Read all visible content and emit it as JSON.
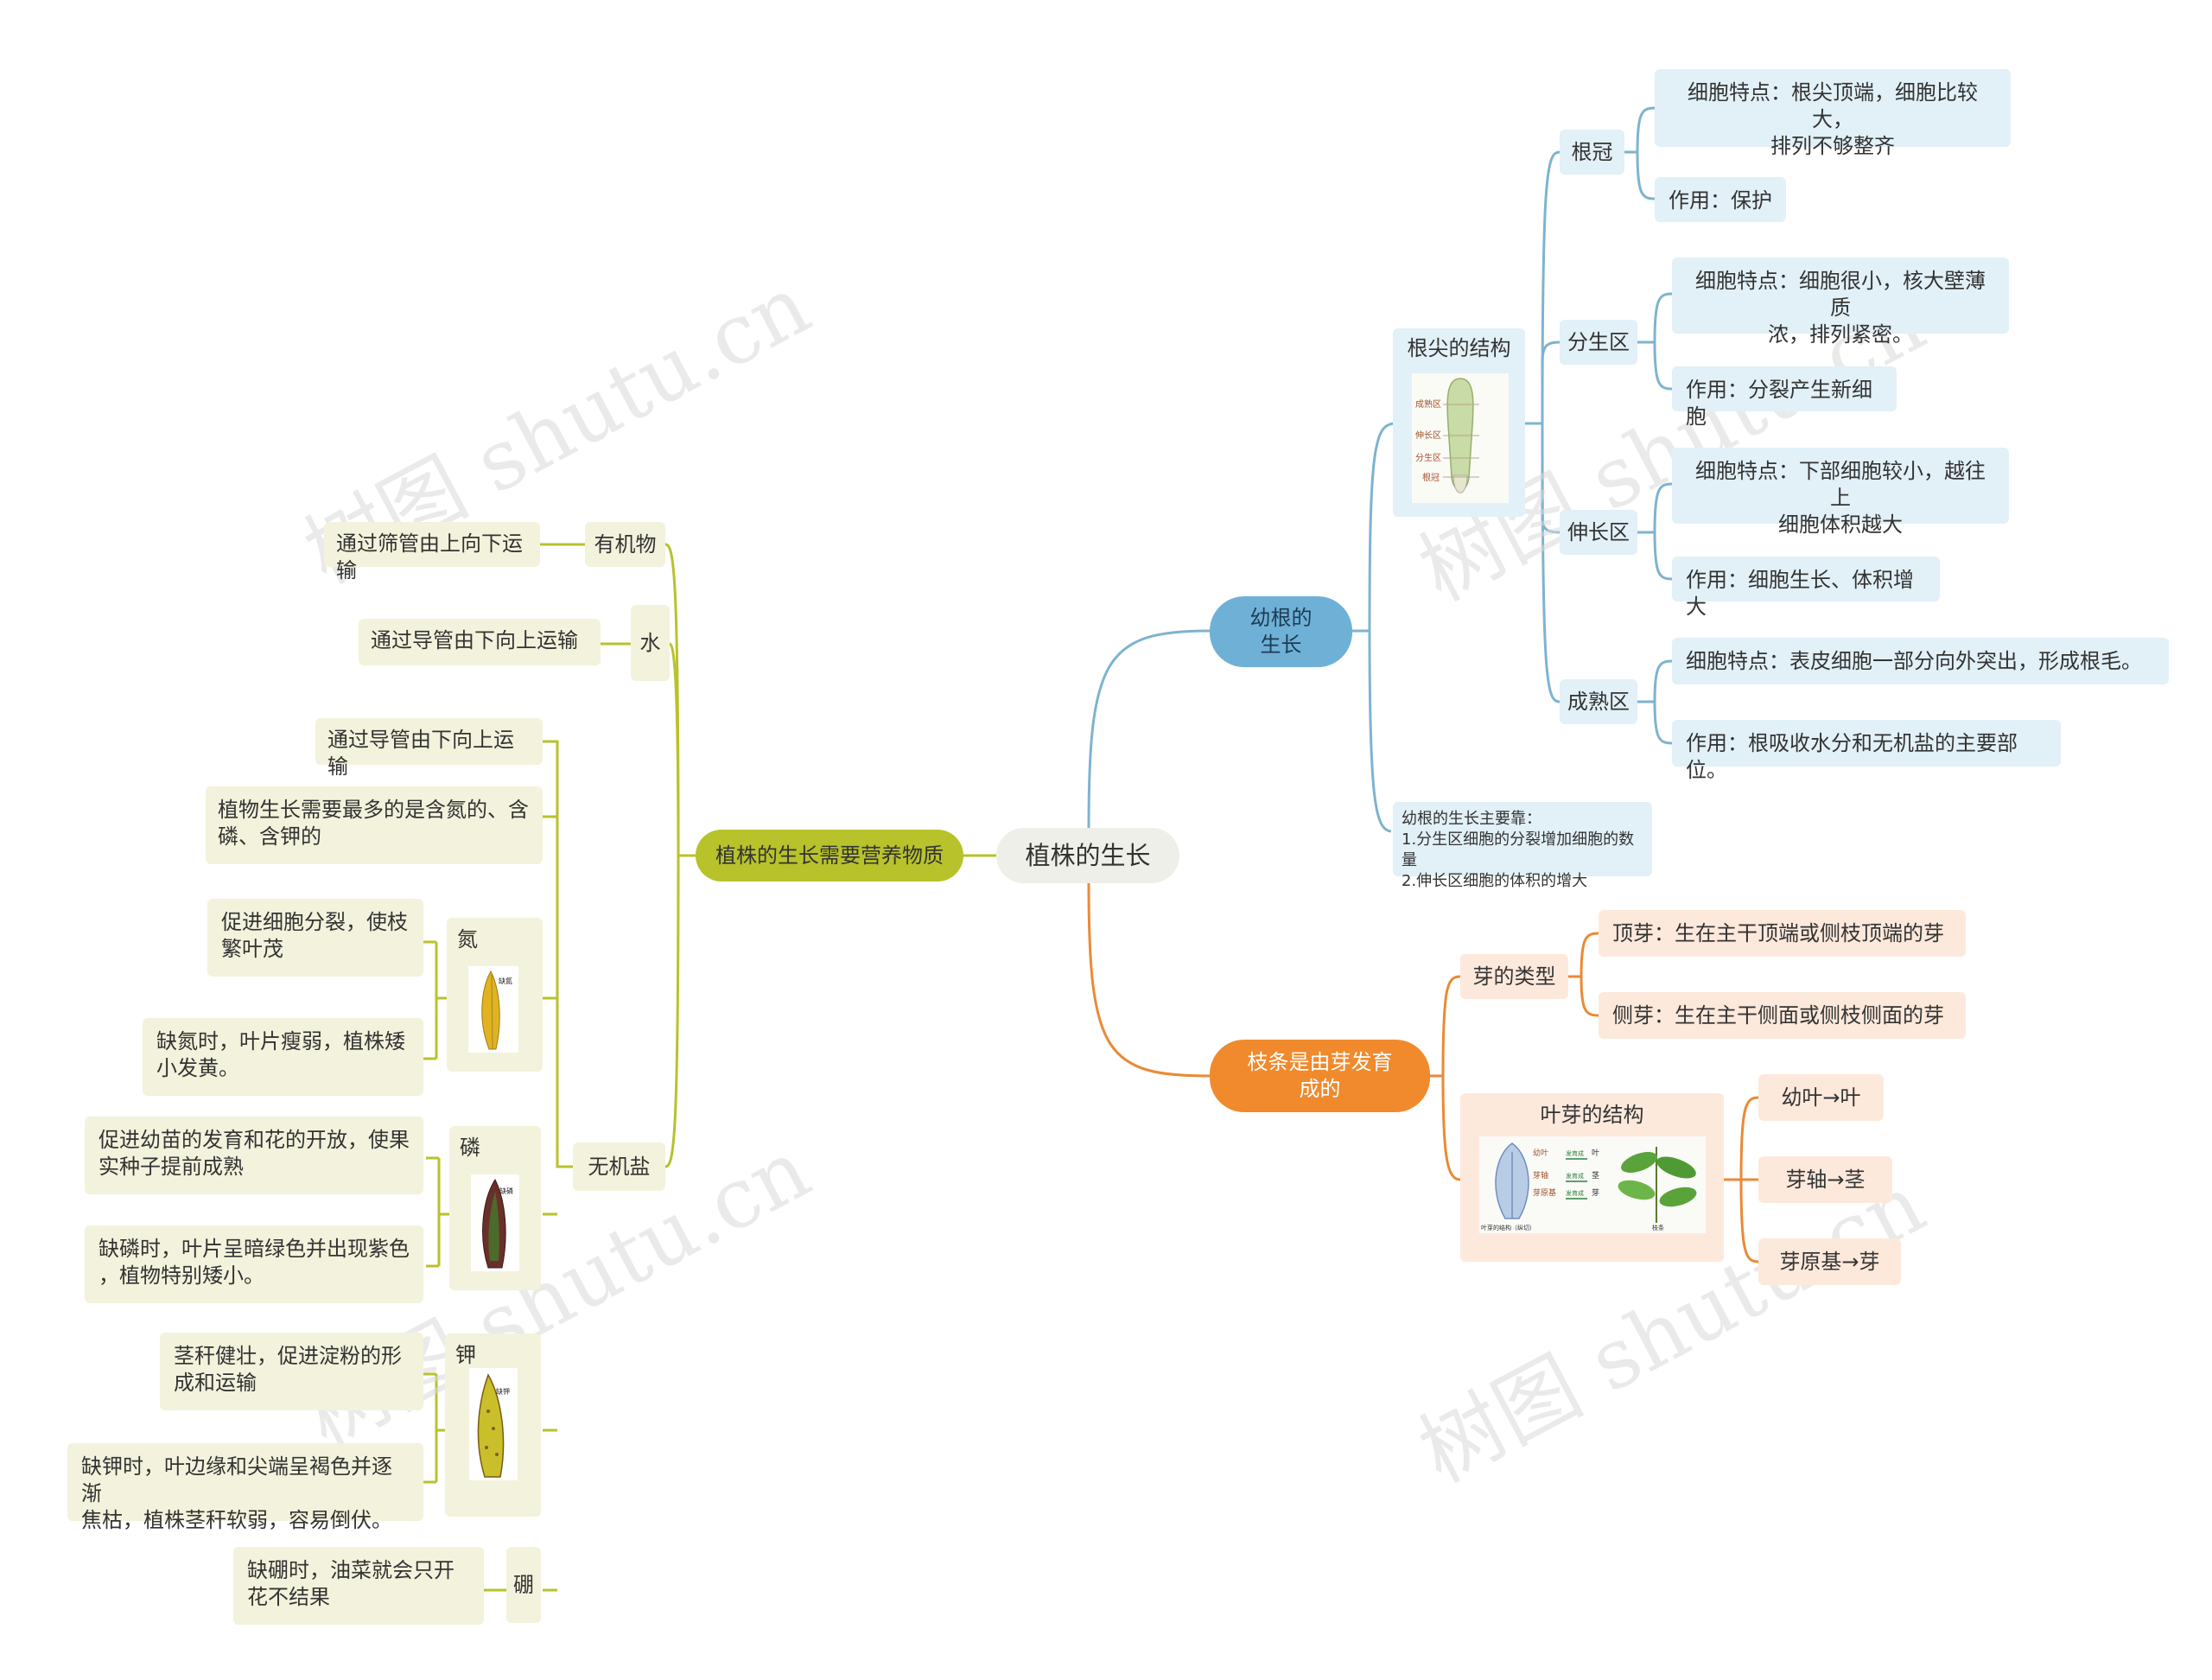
{
  "root": {
    "label": "植株的生长"
  },
  "branches": {
    "root_tip": {
      "label": "幼根的\n生长",
      "structure": {
        "title": "根尖的结构",
        "figure_labels": [
          "成熟区",
          "伸长区",
          "分生区",
          "根冠"
        ]
      },
      "zones": [
        {
          "name": "根冠",
          "feature": "细胞特点：根尖顶端，细胞比较大，\n排列不够整齐",
          "function": "作用：保护"
        },
        {
          "name": "分生区",
          "feature": "细胞特点：细胞很小，核大壁薄质\n浓，排列紧密。",
          "function": "作用：分裂产生新细胞"
        },
        {
          "name": "伸长区",
          "feature": "细胞特点：下部细胞较小，越往上\n细胞体积越大",
          "function": "作用：细胞生长、体积增大"
        },
        {
          "name": "成熟区",
          "feature": "细胞特点：表皮细胞一部分向外突出，形成根毛。",
          "function": "作用：根吸收水分和无机盐的主要部位。"
        }
      ],
      "note": "幼根的生长主要靠：\n1.分生区细胞的分裂增加细胞的数量\n2.伸长区细胞的体积的增大"
    },
    "shoot": {
      "label": "枝条是由芽发育\n成的",
      "bud_types": {
        "title": "芽的类型",
        "items": [
          "顶芽：生在主干顶端或侧枝顶端的芽",
          "侧芽：生在主干侧面或侧枝侧面的芽"
        ]
      },
      "leaf_bud": {
        "title": "叶芽的结构",
        "figure_labels": [
          "幼叶",
          "芽轴",
          "芽原基",
          "叶",
          "茎",
          "芽",
          "发育成",
          "叶芽的结构（纵切）",
          "枝条"
        ],
        "mappings": [
          "幼叶→叶",
          "芽轴→茎",
          "芽原基→芽"
        ]
      }
    },
    "nutrition": {
      "label": "植株的生长需要营养物质",
      "organic": {
        "name": "有机物",
        "desc": "通过筛管由上向下运输"
      },
      "water": {
        "name": "水",
        "desc": "通过导管由下向上运输"
      },
      "mineral": {
        "name": "无机盐",
        "desc1": "通过导管由下向上运输",
        "desc2": "植物生长需要最多的是含氮的、含\n磷、含钾的",
        "elements": [
          {
            "name": "氮",
            "fig_label": "缺氮",
            "effects": [
              "促进细胞分裂，使枝\n繁叶茂",
              "缺氮时，叶片瘦弱，植株矮\n小发黄。"
            ]
          },
          {
            "name": "磷",
            "fig_label": "缺磷",
            "effects": [
              "促进幼苗的发育和花的开放，使果\n实种子提前成熟",
              "缺磷时，叶片呈暗绿色并出现紫色\n，植物特别矮小。"
            ]
          },
          {
            "name": "钾",
            "fig_label": "缺钾",
            "effects": [
              "茎秆健壮，促进淀粉的形\n成和运输",
              "缺钾时，叶边缘和尖端呈褐色并逐渐\n焦枯，植株茎秆软弱，容易倒伏。"
            ]
          },
          {
            "name": "硼",
            "effects": [
              "缺硼时，油菜就会只开\n花不结果"
            ]
          }
        ]
      }
    }
  },
  "watermark": "树图 shutu.cn",
  "colors": {
    "blue": "#6fb0d7",
    "orange": "#f08a2c",
    "olive": "#b8c22b"
  }
}
